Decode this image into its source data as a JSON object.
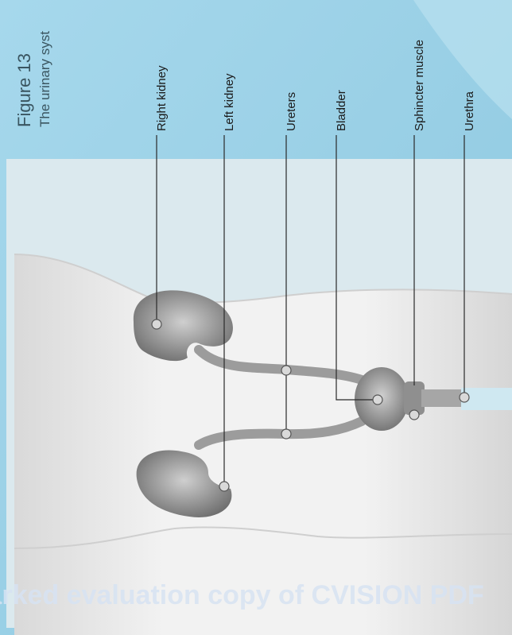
{
  "figure": {
    "number": "Figure 13",
    "caption": "The urinary syst"
  },
  "labels": {
    "right_kidney": "Right kidney",
    "left_kidney": "Left kidney",
    "ureters": "Ureters",
    "bladder": "Bladder",
    "sphincter_muscle": "Sphincter muscle",
    "urethra": "Urethra"
  },
  "watermark": "Watermarked evaluation copy of CVISION PDF",
  "colors": {
    "page_background": "#9fd3e8",
    "body_fill": "#efefef",
    "organ_fill": "#8c8c8c",
    "leader_line": "#2a2a2a"
  }
}
